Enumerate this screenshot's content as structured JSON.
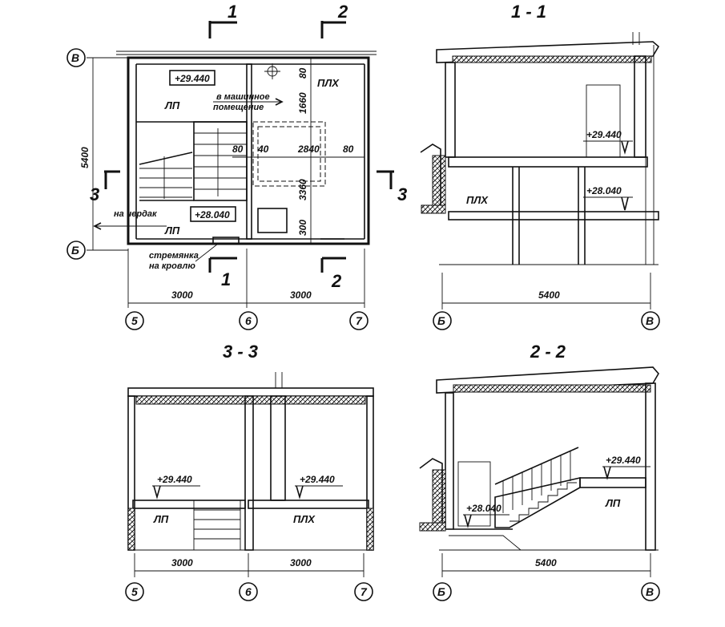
{
  "plan": {
    "axes": {
      "v": "В",
      "b": "Б",
      "a5": "5",
      "a6": "6",
      "a7": "7"
    },
    "cuts": {
      "c1": "1",
      "c2": "2",
      "c3": "3"
    },
    "elev_top": "+29.440",
    "elev_bottom": "+28.040",
    "room_lp_top": "ЛП",
    "room_lp_bottom": "ЛП",
    "room_plkh": "ПЛХ",
    "note_machine_1": "в машинное",
    "note_machine_2": "помещение",
    "note_attic": "на чердак",
    "note_ladder_1": "стремянка",
    "note_ladder_2": "на кровлю",
    "dim_5400": "5400",
    "dim_1660": "1660",
    "dim_80a": "80",
    "dim_3360": "3360",
    "dim_300": "300",
    "dim_80b": "80",
    "dim_40": "40",
    "dim_2840": "2840",
    "dim_80c": "80",
    "dim_3000a": "3000",
    "dim_3000b": "3000"
  },
  "sec11": {
    "title": "1 - 1",
    "elev_top": "+29.440",
    "elev_bottom": "+28.040",
    "room": "ПЛХ",
    "dim": "5400",
    "axis_left": "Б",
    "axis_right": "В"
  },
  "sec33": {
    "title": "3 - 3",
    "elev_left": "+29.440",
    "elev_right": "+29.440",
    "room_left": "ЛП",
    "room_right": "ПЛХ",
    "dim_a": "3000",
    "dim_b": "3000",
    "axis_5": "5",
    "axis_6": "6",
    "axis_7": "7"
  },
  "sec22": {
    "title": "2 - 2",
    "elev_top": "+29.440",
    "elev_bottom": "+28.040",
    "room": "ЛП",
    "dim": "5400",
    "axis_left": "Б",
    "axis_right": "В"
  }
}
